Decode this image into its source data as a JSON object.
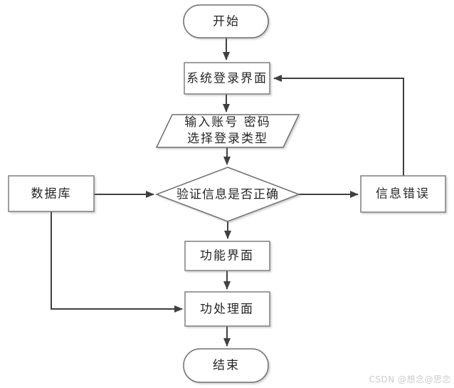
{
  "diagram": {
    "title": "login-system-flowchart",
    "nodes": {
      "start": {
        "label": "开始",
        "type": "terminator"
      },
      "login": {
        "label": "系统登录界面",
        "type": "process"
      },
      "input_line1": "输入账号 密码",
      "input_line2": "选择登录类型",
      "verify": {
        "label": "验证信息是否正确",
        "type": "decision"
      },
      "database": {
        "label": "数据库",
        "type": "process"
      },
      "error": {
        "label": "信息错误",
        "type": "process"
      },
      "function": {
        "label": "功能界面",
        "type": "process"
      },
      "process": {
        "label": "功处理面",
        "type": "process"
      },
      "end": {
        "label": "结束",
        "type": "terminator"
      }
    },
    "edges": [
      "start -> login",
      "login -> input",
      "input -> verify",
      "verify -> function",
      "function -> process",
      "process -> end",
      "database -> verify",
      "verify -> error",
      "error -> login (loop back)",
      "database -> process"
    ],
    "colors": {
      "background": "#ffffff",
      "shape_stroke": "#6e6e6e",
      "edge_stroke": "#404040",
      "text": "#262626",
      "watermark": "#cccccc"
    }
  },
  "watermark": {
    "text": "CSDN @想念@思恋"
  }
}
